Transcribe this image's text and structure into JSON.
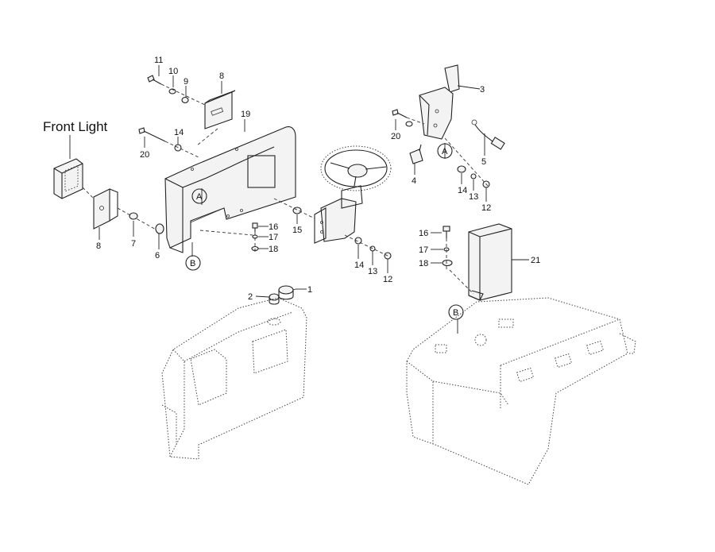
{
  "title": "Front Light",
  "callouts": {
    "c1": "1",
    "c2": "2",
    "c3": "3",
    "c4": "4",
    "c5": "5",
    "c6": "6",
    "c7": "7",
    "c8a": "8",
    "c8b": "8",
    "c9": "9",
    "c10": "10",
    "c11": "11",
    "c12a": "12",
    "c12b": "12",
    "c13a": "13",
    "c13b": "13",
    "c14a": "14",
    "c14b": "14",
    "c14c": "14",
    "c15": "15",
    "c16a": "16",
    "c16b": "16",
    "c17a": "17",
    "c17b": "17",
    "c18a": "18",
    "c18b": "18",
    "c19": "19",
    "c20a": "20",
    "c20b": "20",
    "c21": "21"
  },
  "markers": {
    "a1": "A",
    "a2": "A",
    "b1": "B",
    "b2": "B"
  }
}
